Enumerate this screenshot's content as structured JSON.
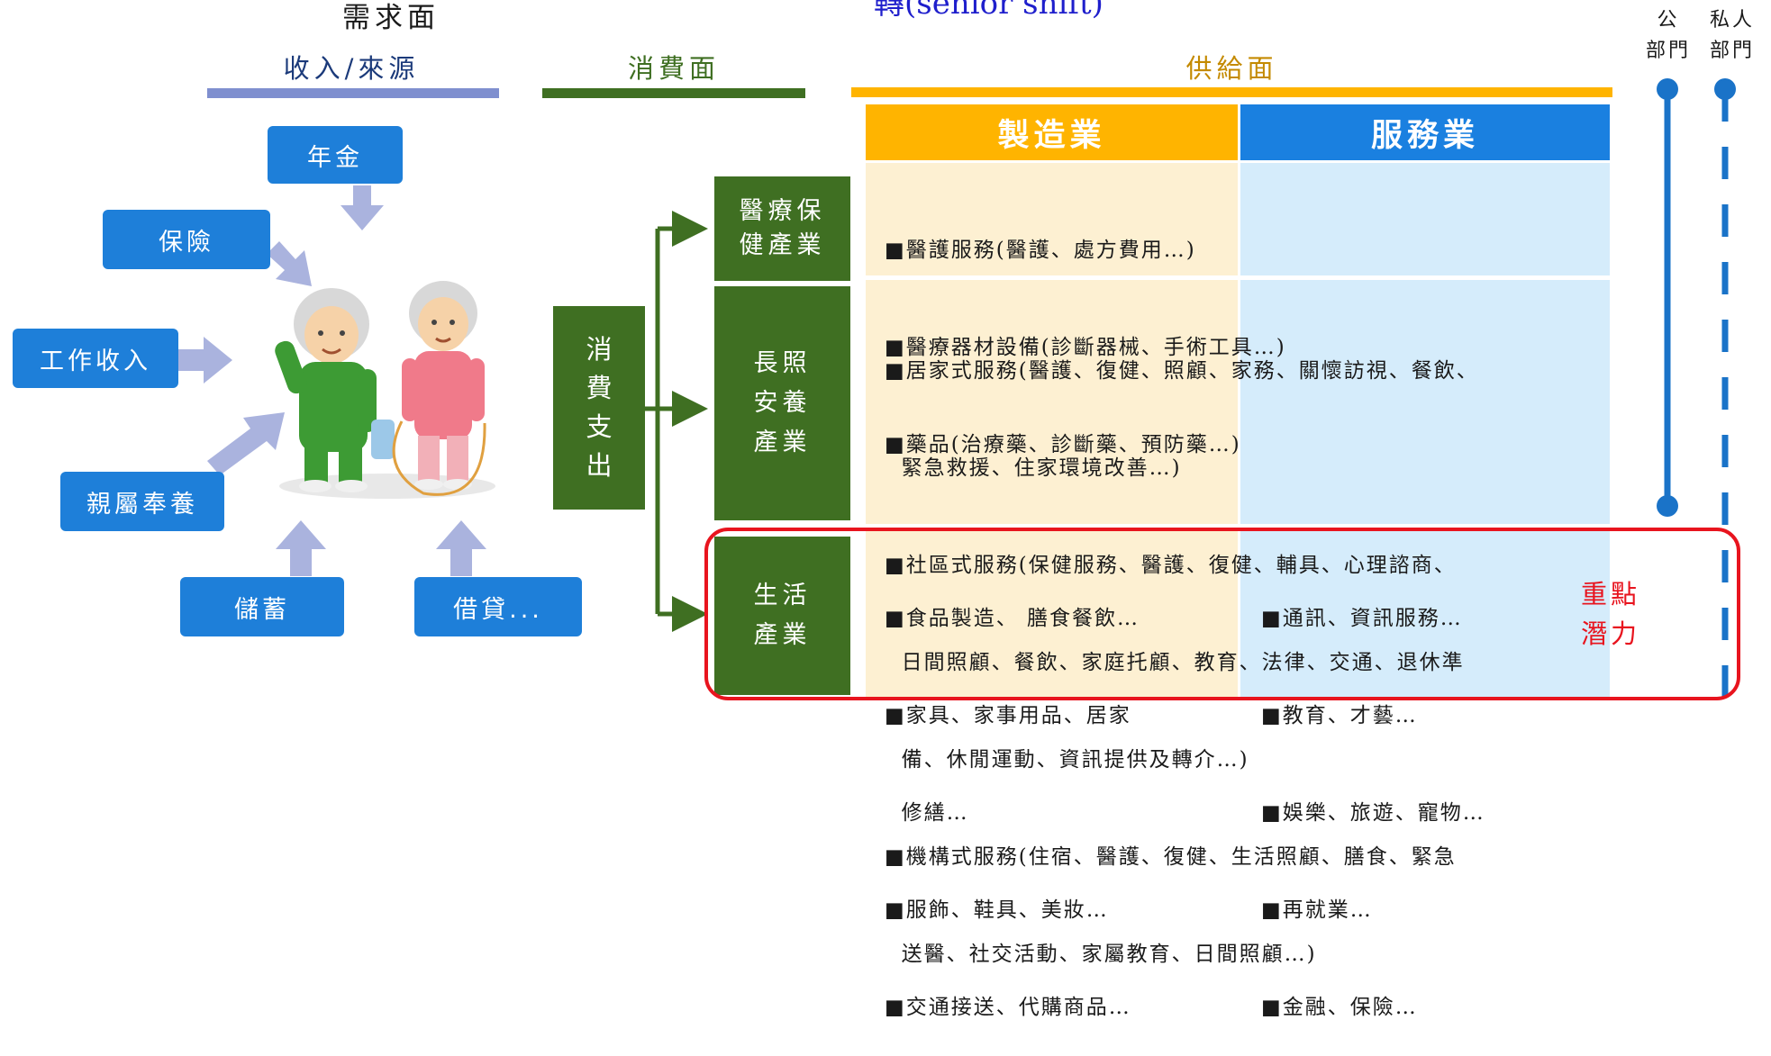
{
  "top": {
    "demand_title": "需求面",
    "shift_text": "轉(senior shift)",
    "public_label": "公\n部門",
    "private_label": "私人\n部門"
  },
  "headers": {
    "income": "收入/來源",
    "consumption": "消費面",
    "supply": "供給面"
  },
  "sources": {
    "pension": "年金",
    "insurance": "保險",
    "work_income": "工作收入",
    "family_support": "親屬奉養",
    "savings": "儲蓄",
    "loans": "借貸..."
  },
  "spending": "消\n費\n支\n出",
  "columns": {
    "manufacturing": "製造業",
    "services": "服務業"
  },
  "categories": {
    "medical": "醫療保\n健產業",
    "longterm": "長照\n安養\n產業",
    "living": "生活\n產業"
  },
  "medical_items": [
    "■醫護服務(醫護、處方費用…)",
    "■醫療器材設備(診斷器械、手術工具…)",
    "■藥品(治療藥、診斷藥、預防藥…)"
  ],
  "longterm_items": [
    "■居家式服務(醫護、復健、照顧、家務、關懷訪視、餐飲、",
    "  緊急救援、住家環境改善…)",
    "■社區式服務(保健服務、醫護、復健、輔具、心理諮商、",
    "  日間照顧、餐飲、家庭托顧、教育、法律、交通、退休準",
    "  備、休閒運動、資訊提供及轉介…)",
    "■機構式服務(住宿、醫護、復健、生活照顧、膳食、緊急",
    "  送醫、社交活動、家屬教育、日間照顧…)"
  ],
  "living_manufacturing": [
    "■食品製造、 膳食餐飲…",
    "■家具、家事用品、居家",
    "  修繕…",
    "■服飾、鞋具、美妝…",
    "■交通接送、代購商品…"
  ],
  "living_services": [
    "■通訊、資訊服務…",
    "■教育、才藝…",
    "■娛樂、旅遊、寵物…",
    "■再就業…",
    "■金融、保險…"
  ],
  "focus_label": "重點\n潛力",
  "colors": {
    "blue_button": "#1e7fd9",
    "green_dark": "#3f6f22",
    "orange": "#ffb400",
    "service_blue": "#1a80e0",
    "cream": "#fdf0d2",
    "light_blue": "#d5ecfb",
    "red_focus": "#e8141e",
    "arrow_gray": "#aab3de"
  }
}
